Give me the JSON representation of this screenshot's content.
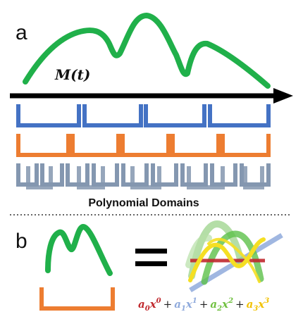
{
  "panel_a": {
    "label": "a",
    "function_label": "M(t)",
    "caption": "Polynomial Domains",
    "colors": {
      "curve": "#20b04a",
      "arrow": "#000000",
      "blue": "#4472c4",
      "orange": "#ed7d31",
      "gray": "#8497b0"
    }
  },
  "panel_b": {
    "label": "b",
    "equals": "=",
    "terms": [
      {
        "coef": "a",
        "sub": "0",
        "var": "x",
        "pow": "0",
        "color": "#c0282d"
      },
      {
        "coef": "a",
        "sub": "1",
        "var": "x",
        "pow": "1",
        "color": "#8faadc"
      },
      {
        "coef": "a",
        "sub": "2",
        "var": "x",
        "pow": "2",
        "color": "#70c040"
      },
      {
        "coef": "a",
        "sub": "3",
        "var": "x",
        "pow": "3",
        "color": "#f2c200"
      }
    ],
    "plus": "+"
  }
}
